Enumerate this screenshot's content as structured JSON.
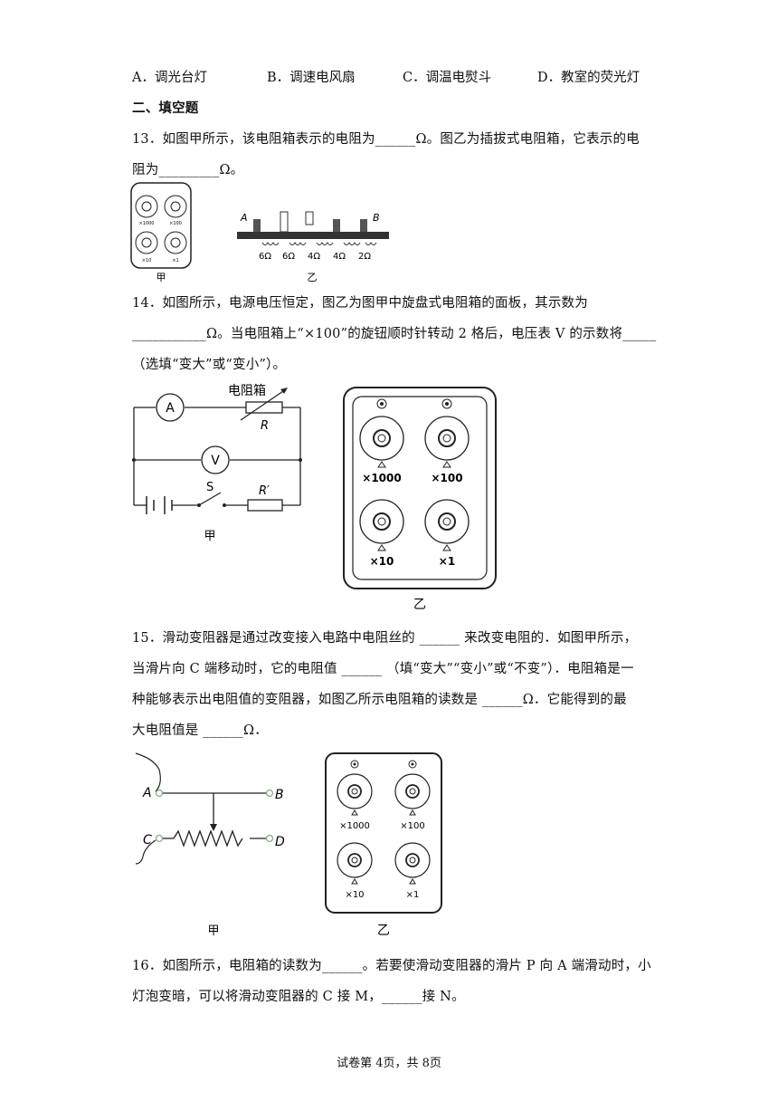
{
  "options": [
    "A．调光台灯",
    "B．调速电风扇",
    "C．调温电熨斗",
    "D．教室的荧光灯"
  ],
  "section_title": "二、填空题",
  "q13": {
    "line1": "13．如图甲所示，该电阻箱表示的电阻为______Ω。图乙为插拔式电阻箱，它表示的电",
    "line2": "阻为_________Ω。",
    "fig_jia_label": "甲",
    "fig_yi_label": "乙",
    "plug_labels": {
      "a": "A",
      "b": "B"
    },
    "resistors": [
      "6Ω",
      "6Ω",
      "4Ω",
      "4Ω",
      "2Ω"
    ],
    "dial_multipliers": [
      "×1000",
      "×100",
      "×10",
      "×1"
    ]
  },
  "q14": {
    "line1": "14．如图所示，电源电压恒定，图乙为图甲中旋盘式电阻箱的面板，其示数为",
    "line2": "___________Ω。当电阻箱上“×100”的旋钮顺时针转动 2 格后，电压表 V 的示数将_____",
    "line3": "（选填“变大”或“变小”）。",
    "circuit": {
      "box_label": "电阻箱",
      "ammeter": "A",
      "voltmeter": "V",
      "r": "R",
      "r_prime": "R′",
      "switch": "S",
      "caption": "甲"
    },
    "panel": {
      "multipliers": [
        "×1000",
        "×100",
        "×10",
        "×1"
      ],
      "caption": "乙"
    }
  },
  "q15": {
    "line1": "15．滑动变阻器是通过改变接入电路中电阻丝的 ______ 来改变电阻的．如图甲所示，",
    "line2": "当滑片向 C 端移动时，它的电阻值 ______ （填“变大”“变小”或“不变”）．电阻箱是一",
    "line3": "种能够表示出电阻值的变阻器，如图乙所示电阻箱的读数是 ______Ω．它能得到的最",
    "line4": "大电阻值是 ______Ω．",
    "rheostat": {
      "a": "A",
      "b": "B",
      "c": "C",
      "d": "D",
      "caption": "甲"
    },
    "panel": {
      "multipliers": [
        "×1000",
        "×100",
        "×10",
        "×1"
      ],
      "caption": "乙"
    }
  },
  "q16": {
    "line1": "16．如图所示，电阻箱的读数为______。若要使滑动变阻器的滑片 P 向 A 端滑动时，小",
    "line2": "灯泡变暗，可以将滑动变阻器的 C 接 M，______接 N。"
  },
  "footer": "试卷第 4页，共 8页"
}
